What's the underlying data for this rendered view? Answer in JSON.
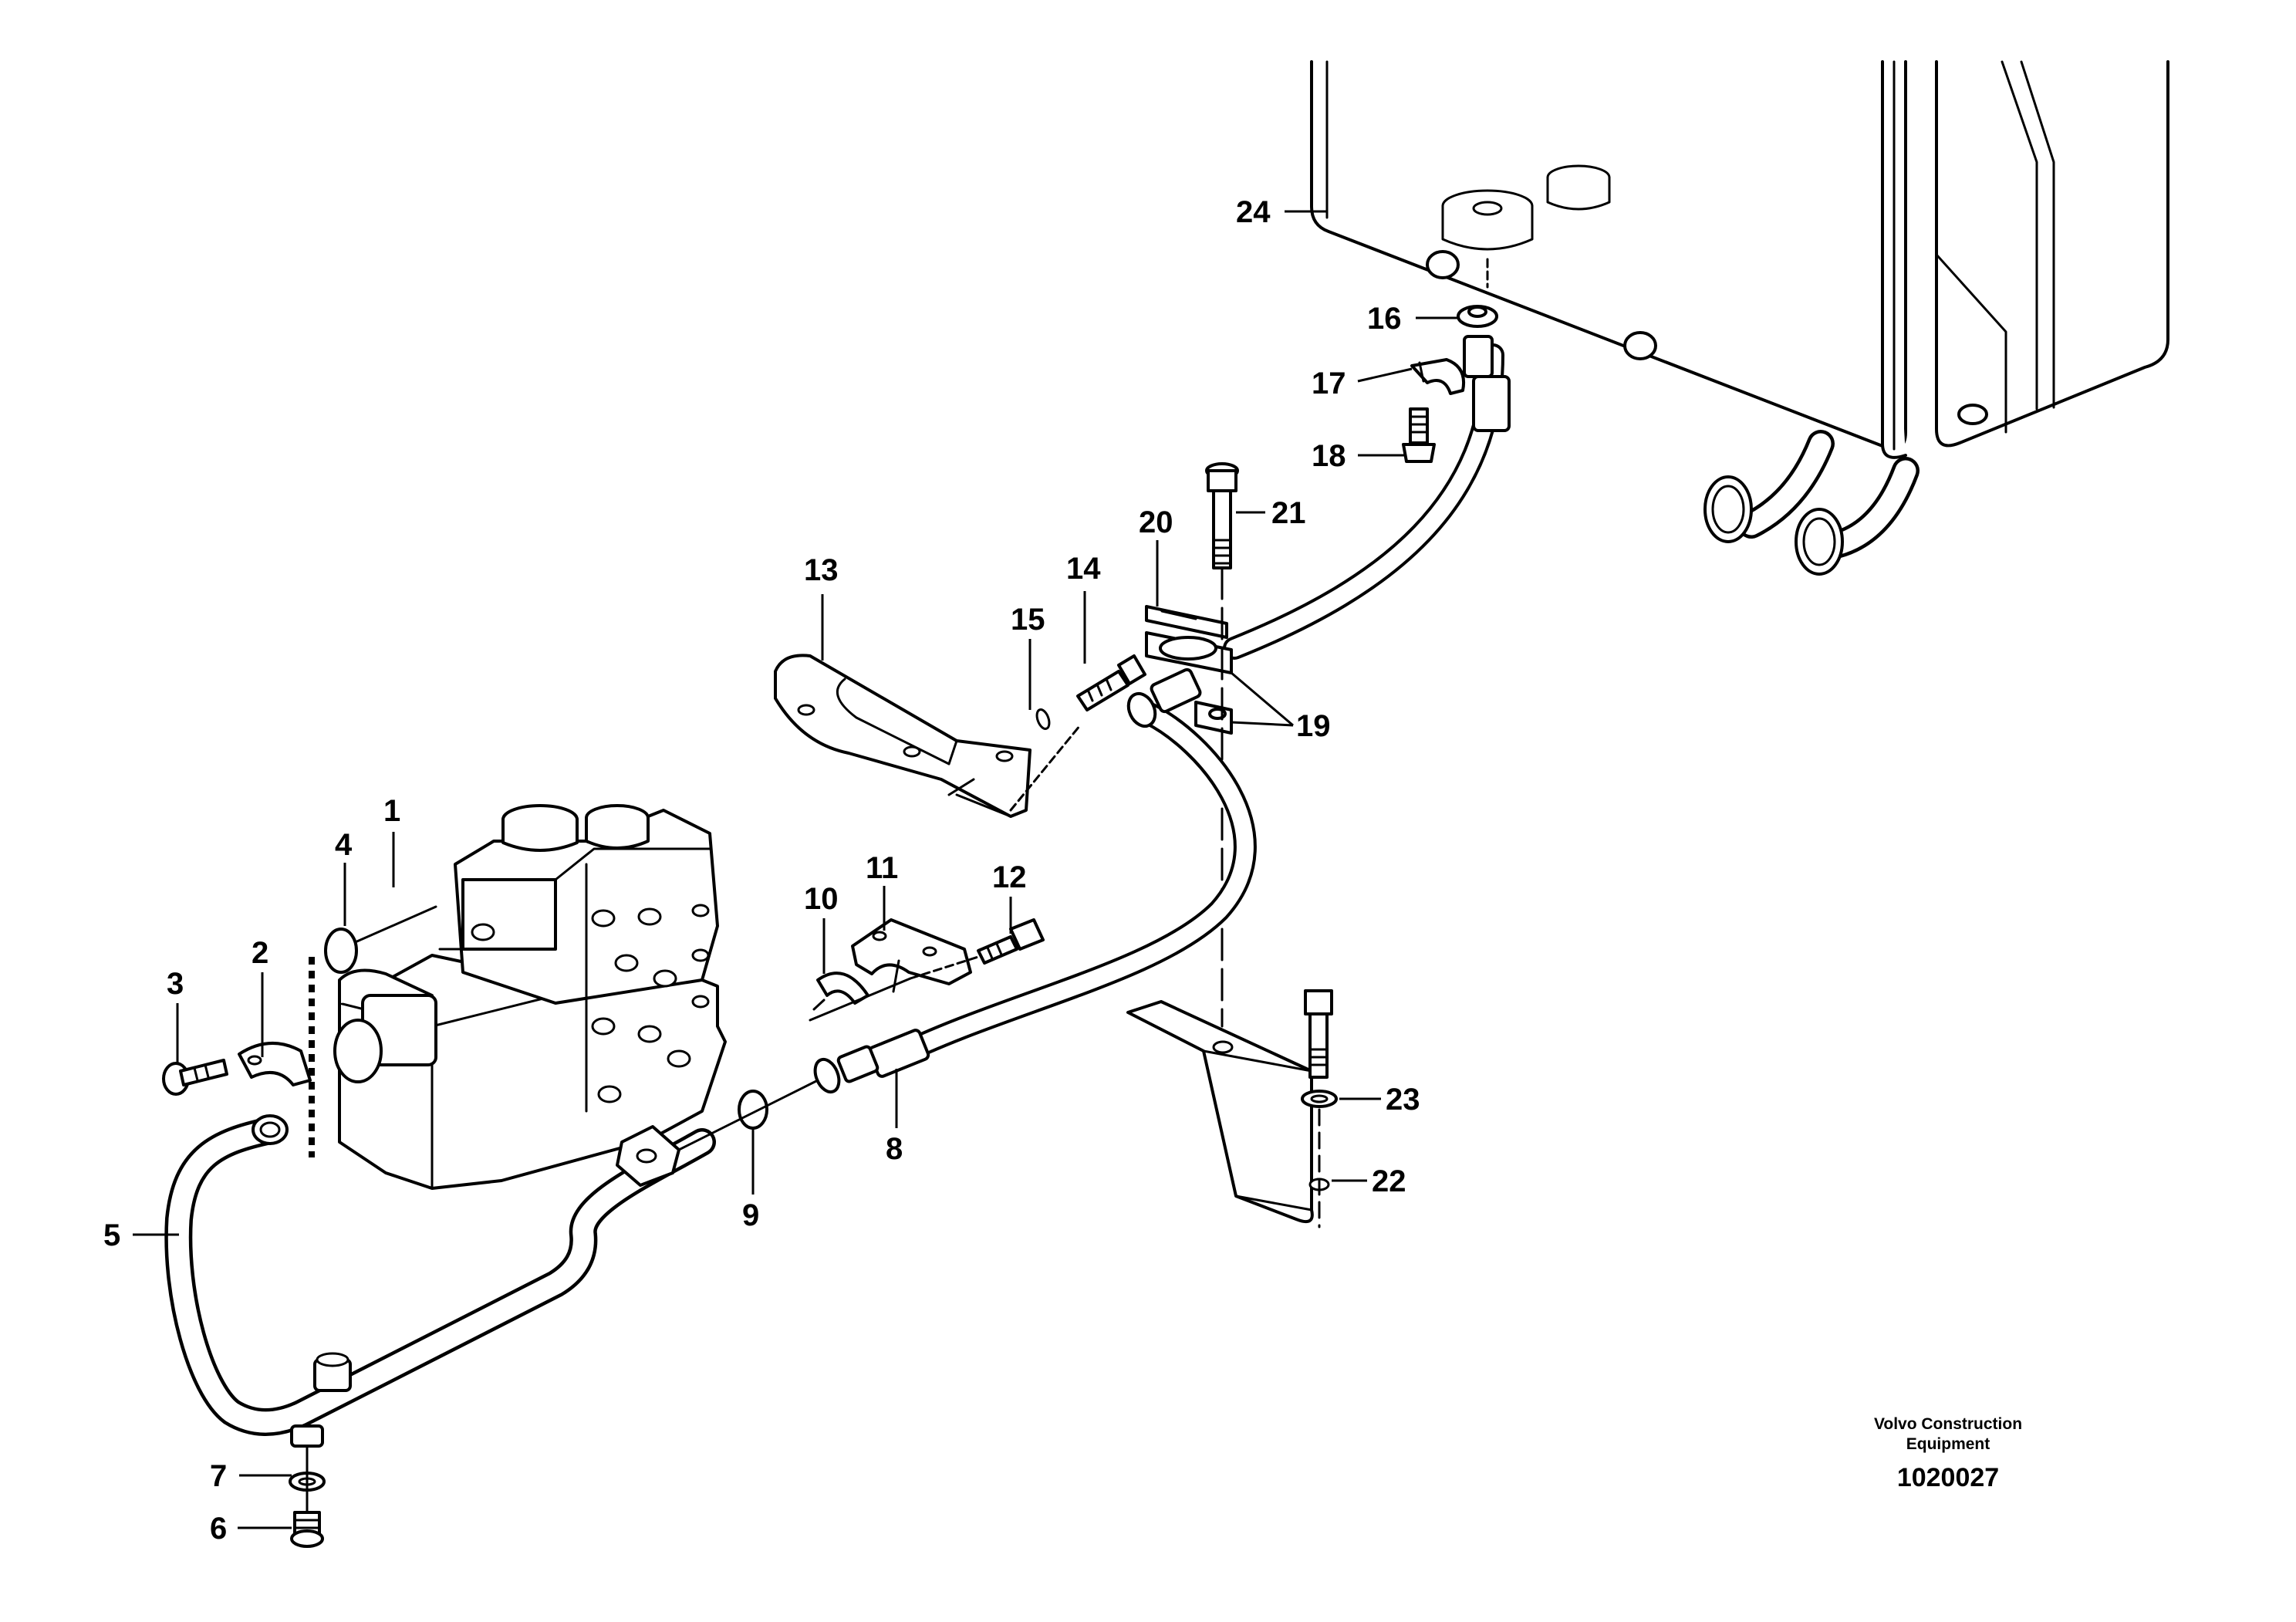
{
  "callouts": [
    {
      "id": "1",
      "label": "1"
    },
    {
      "id": "2",
      "label": "2"
    },
    {
      "id": "3",
      "label": "3"
    },
    {
      "id": "4",
      "label": "4"
    },
    {
      "id": "5",
      "label": "5"
    },
    {
      "id": "6",
      "label": "6"
    },
    {
      "id": "7",
      "label": "7"
    },
    {
      "id": "8",
      "label": "8"
    },
    {
      "id": "9",
      "label": "9"
    },
    {
      "id": "10",
      "label": "10"
    },
    {
      "id": "11",
      "label": "11"
    },
    {
      "id": "12",
      "label": "12"
    },
    {
      "id": "13",
      "label": "13"
    },
    {
      "id": "14",
      "label": "14"
    },
    {
      "id": "15",
      "label": "15"
    },
    {
      "id": "16",
      "label": "16"
    },
    {
      "id": "17",
      "label": "17"
    },
    {
      "id": "18",
      "label": "18"
    },
    {
      "id": "19",
      "label": "19"
    },
    {
      "id": "20",
      "label": "20"
    },
    {
      "id": "21",
      "label": "21"
    },
    {
      "id": "22",
      "label": "22"
    },
    {
      "id": "23",
      "label": "23"
    },
    {
      "id": "24",
      "label": "24"
    }
  ],
  "footer": {
    "brand_line1": "Volvo Construction",
    "brand_line2": "Equipment",
    "drawing_number": "1020027"
  }
}
